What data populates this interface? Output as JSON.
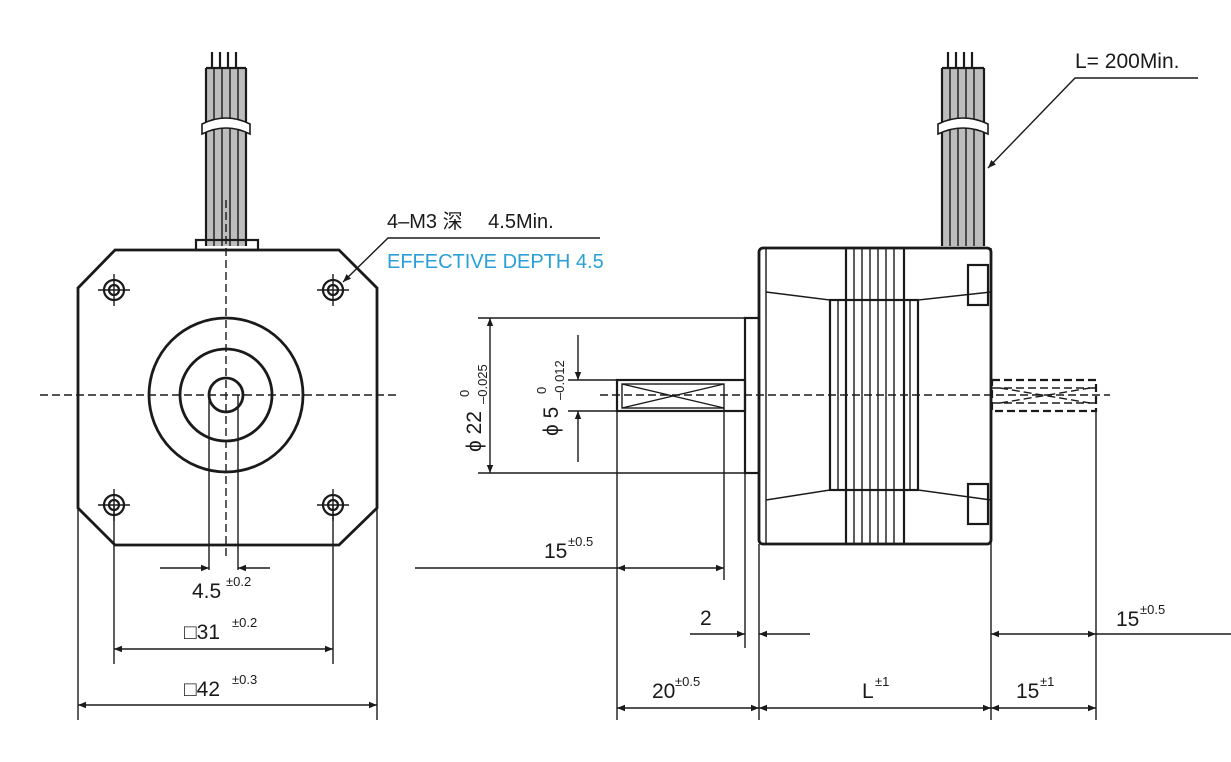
{
  "labels": {
    "cable_length": "L= 200Min.",
    "tap_spec": "4–M3 深　 4.5Min.",
    "effective_depth": "EFFECTIVE DEPTH 4.5",
    "boss_dia_prefix": "ϕ 22",
    "boss_dia_tol_upper": "0",
    "boss_dia_tol_lower": "–0.025",
    "shaft_dia_prefix": "ϕ 5",
    "shaft_dia_tol_upper": "0",
    "shaft_dia_tol_lower": "–0.012",
    "flat_len": "15",
    "flat_len_tol": "±0.5",
    "offset": "4.5",
    "offset_tol": "±0.2",
    "hole_pitch": "□31",
    "hole_pitch_tol": "±0.2",
    "body_size": "□42",
    "body_size_tol": "±0.3",
    "boss_height": "2",
    "shaft_len": "20",
    "shaft_len_tol": "±0.5",
    "body_len": "L",
    "body_len_tol": "±1",
    "rear_shaft_len": "15",
    "rear_shaft_len_tol": "±1",
    "rear_flat_len": "15",
    "rear_flat_len_tol": "±0.5"
  },
  "colors": {
    "line": "#1a1a1a",
    "body": "#c6c6c6",
    "accent": "#2aa0d8"
  }
}
